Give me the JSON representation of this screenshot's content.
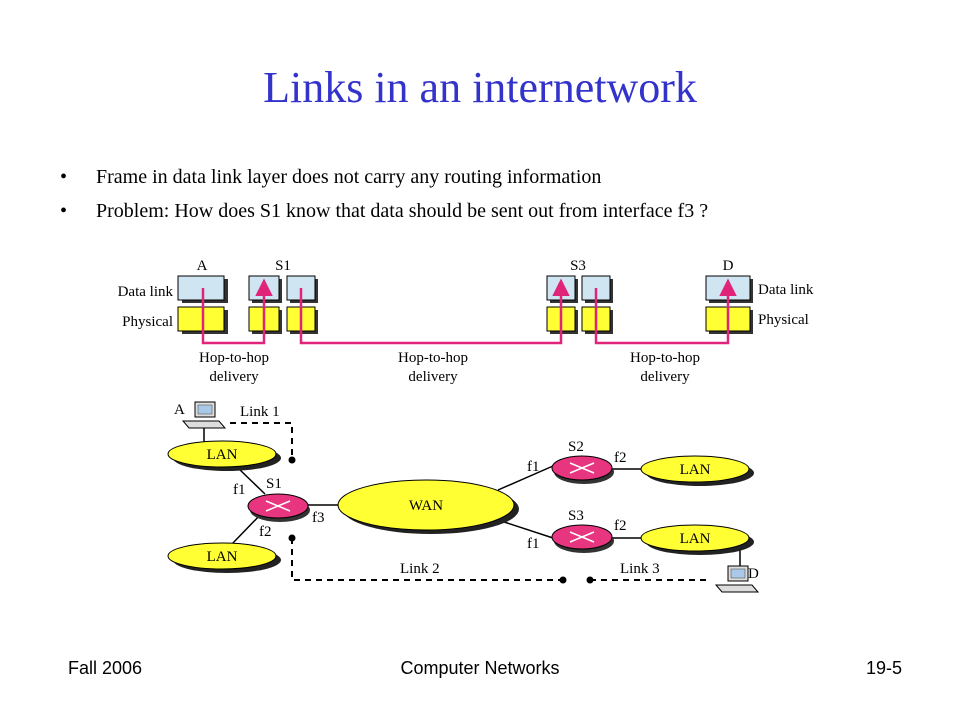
{
  "slide": {
    "title": "Links in an internetwork",
    "bullets": [
      "Frame in data link layer does not carry any routing information",
      "Problem: How does S1 know that data should be sent out from interface f3 ?"
    ]
  },
  "layers_diagram": {
    "nodes": [
      "A",
      "S1",
      "S3",
      "D"
    ],
    "layer_labels_left": [
      "Data link",
      "Physical"
    ],
    "layer_labels_right": [
      "Data link",
      "Physical"
    ],
    "hop_labels": [
      [
        "Hop-to-hop",
        "delivery"
      ],
      [
        "Hop-to-hop",
        "delivery"
      ],
      [
        "Hop-to-hop",
        "delivery"
      ]
    ]
  },
  "network_diagram": {
    "host_a": "A",
    "host_d": "D",
    "lans": [
      "LAN",
      "LAN",
      "LAN",
      "LAN"
    ],
    "wan": "WAN",
    "routers": [
      "S1",
      "S2",
      "S3"
    ],
    "interfaces": {
      "s1": [
        "f1",
        "f2",
        "f3"
      ],
      "s2": [
        "f1",
        "f2"
      ],
      "s3": [
        "f1",
        "f2"
      ]
    },
    "links": [
      "Link 1",
      "Link 2",
      "Link 3"
    ]
  },
  "colors": {
    "title": "#3333cc",
    "data_link_box": "#cfe6f2",
    "physical_box": "#ffff33",
    "delivery_line": "#e0247a",
    "router": "#e8357f",
    "lan_wan": "#ffff33"
  },
  "footer": {
    "left": "Fall 2006",
    "center": "Computer Networks",
    "right": "19-5"
  }
}
